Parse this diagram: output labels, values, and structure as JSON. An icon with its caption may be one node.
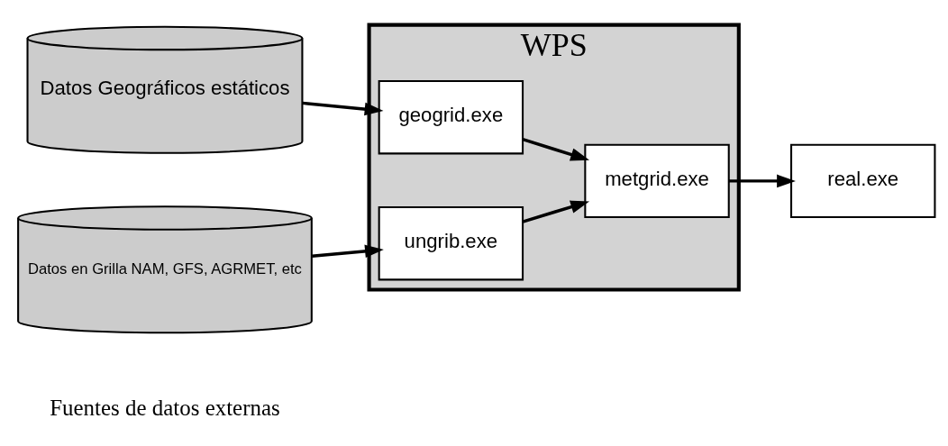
{
  "diagram": {
    "nodes": [
      {
        "text": [
          "Datos Geográficos estáticos"
        ]
      },
      {
        "text": [
          "Datos en Grilla NAM, GFS, AGRMET, etc"
        ]
      },
      {
        "text": [
          "WPS"
        ]
      },
      {
        "text": [
          "geogrid.exe"
        ],
        "in": 2
      },
      {
        "text": [
          "ungrib.exe"
        ],
        "in": 2
      },
      {
        "text": [
          "metgrid.exe"
        ],
        "in": 2
      },
      {
        "text": [
          "real.exe"
        ]
      }
    ],
    "edges": [
      {
        "from": 0,
        "to": 3,
        "arrow": "to"
      },
      {
        "from": 1,
        "to": 4,
        "arrow": "to"
      },
      {
        "from": 3,
        "to": 5,
        "arrow": "to"
      },
      {
        "from": 4,
        "to": 5,
        "arrow": "to"
      },
      {
        "from": 5,
        "to": 6,
        "arrow": "to"
      }
    ],
    "labels": [
      "Fuentes de datos externas"
    ]
  }
}
